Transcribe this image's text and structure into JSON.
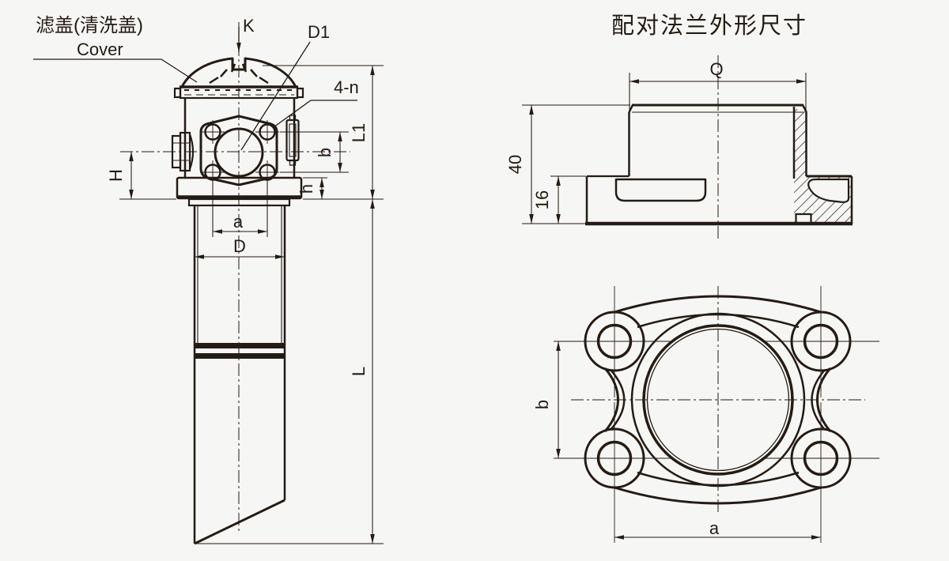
{
  "colors": {
    "background": "#f6f6f4",
    "line": "#241b14"
  },
  "left_view": {
    "callouts": {
      "cover_zh": "滤盖(清洗盖)",
      "cover_en": "Cover",
      "k": "K",
      "d1": "D1",
      "bolt_pattern": "4-n"
    },
    "dims": {
      "L1": "L1",
      "L": "L",
      "b": "b",
      "h": "h",
      "H": "H",
      "a": "a",
      "D": "D"
    }
  },
  "flange": {
    "title": "配对法兰外形尺寸",
    "side": {
      "dims": {
        "Q": "Q",
        "height": "40",
        "base": "16"
      }
    },
    "top": {
      "dims": {
        "a": "a",
        "b": "b"
      }
    }
  }
}
